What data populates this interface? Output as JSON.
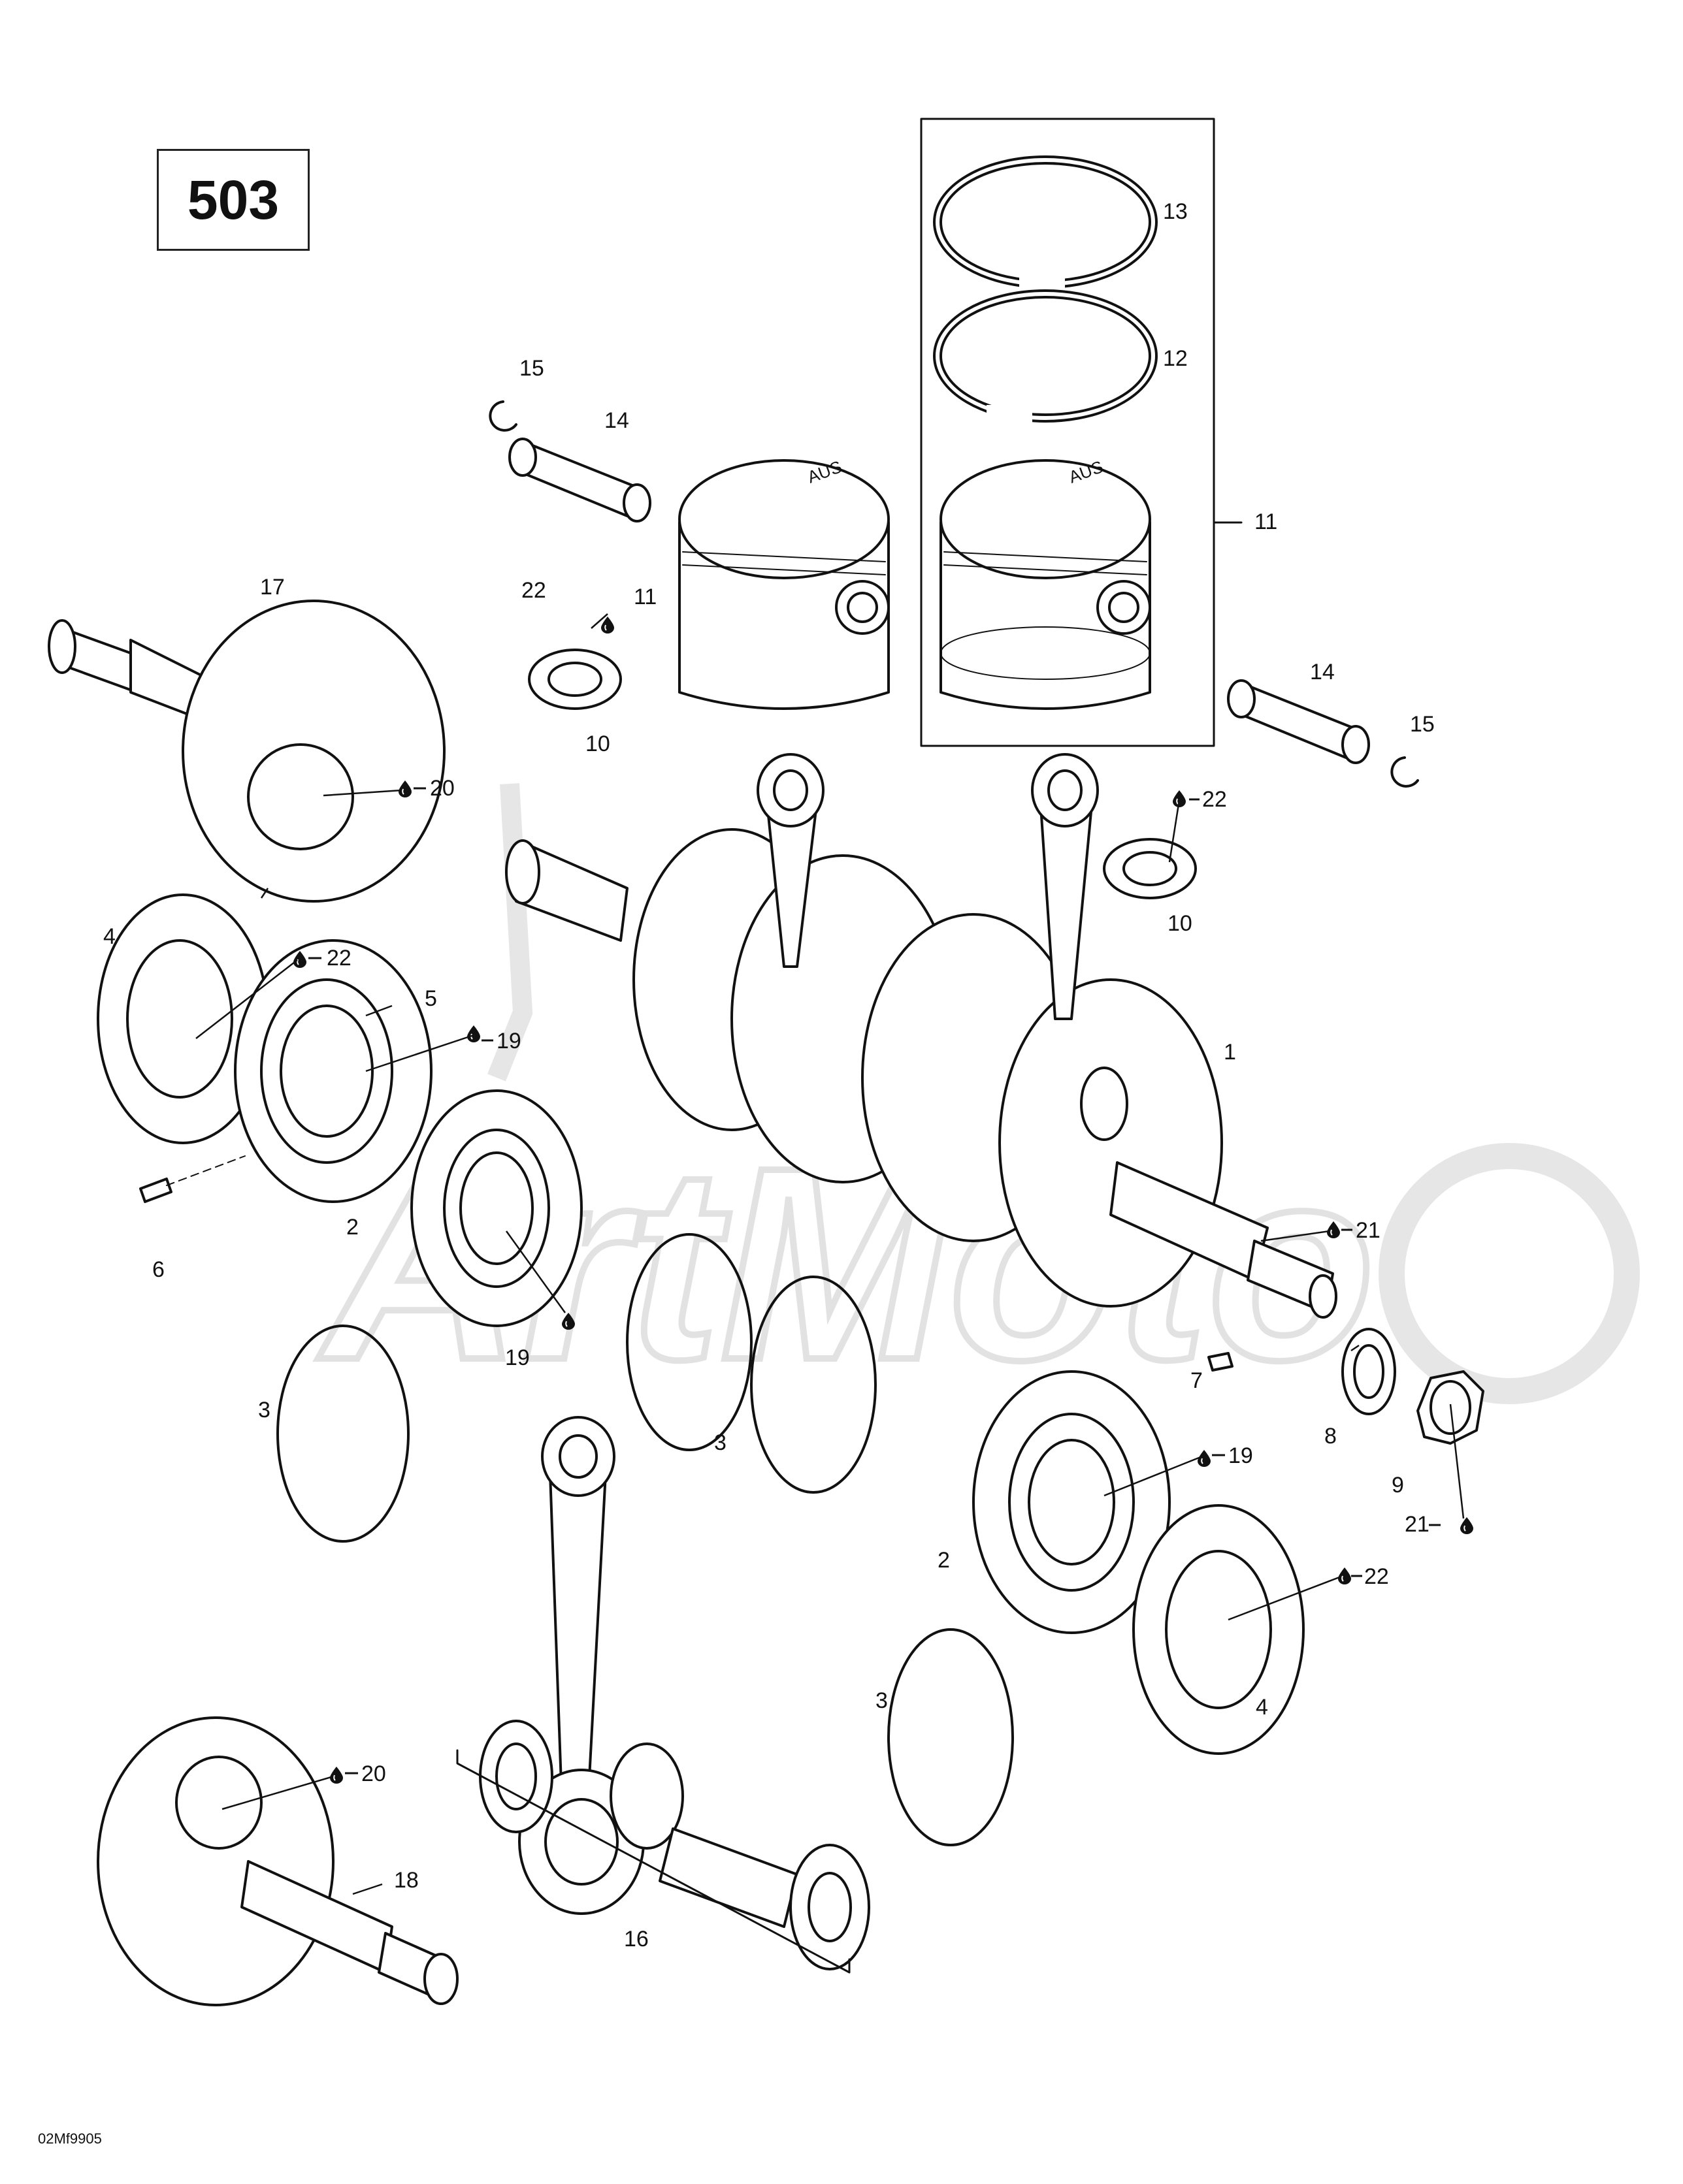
{
  "engine_code": "503",
  "drawing_code": "02Mf9905",
  "watermark": "ArtMoto",
  "piston_marking": "AUS",
  "callouts": {
    "c1": "1",
    "c2a": "2",
    "c2b": "2",
    "c3a": "3",
    "c3b": "3",
    "c3c": "3",
    "c4a": "4",
    "c4b": "4",
    "c5": "5",
    "c6": "6",
    "c7": "7",
    "c8": "8",
    "c9": "9",
    "c10a": "10",
    "c10b": "10",
    "c11a": "11",
    "c11b": "11",
    "c12": "12",
    "c13": "13",
    "c14a": "14",
    "c14b": "14",
    "c15a": "15",
    "c15b": "15",
    "c16": "16",
    "c17": "17",
    "c18": "18",
    "c19a": "19",
    "c19b": "19",
    "c19c": "19",
    "c20a": "20",
    "c20b": "20",
    "c21a": "21",
    "c21b": "21",
    "c22a": "22",
    "c22b": "22",
    "c22c": "22",
    "c22d": "22"
  },
  "icons": {
    "lubricant": "oil-drop-icon"
  }
}
